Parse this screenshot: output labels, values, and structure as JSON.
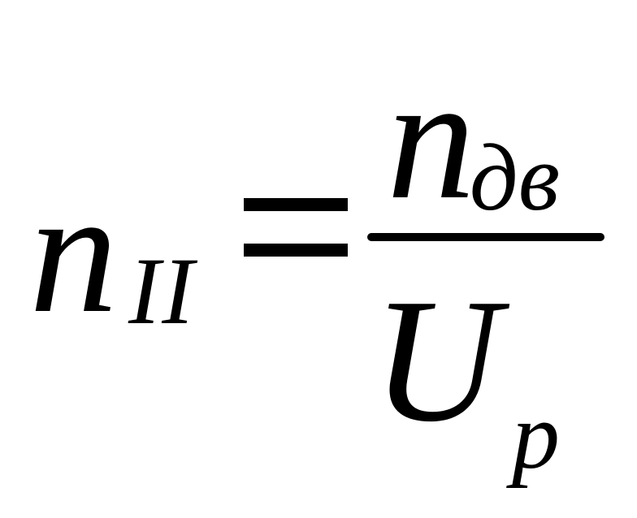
{
  "formula": {
    "lhs": {
      "symbol": "n",
      "subscript": "II"
    },
    "operator": "=",
    "rhs": {
      "numerator": {
        "symbol": "n",
        "subscript": "дв"
      },
      "denominator": {
        "symbol": "U",
        "subscript": "р"
      }
    }
  }
}
